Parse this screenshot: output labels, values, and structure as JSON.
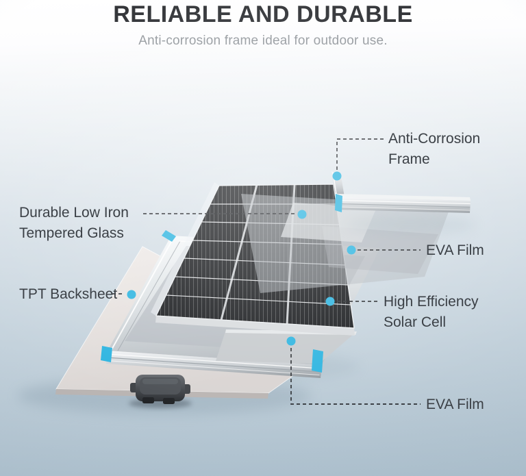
{
  "header": {
    "title": "RELIABLE AND DURABLE",
    "subtitle": "Anti-corrosion frame ideal for outdoor use."
  },
  "callouts": {
    "anti_corrosion": {
      "line1": "Anti-Corrosion",
      "line2": "Frame"
    },
    "tempered_glass": {
      "line1": "Durable Low Iron",
      "line2": "Tempered Glass"
    },
    "eva_film_top": {
      "label": "EVA Film"
    },
    "tpt_backsheet": {
      "label": "TPT Backsheet"
    },
    "solar_cell": {
      "line1": "High Efficiency",
      "line2": "Solar Cell"
    },
    "eva_film_bottom": {
      "label": "EVA Film"
    }
  },
  "colors": {
    "accent_cyan": "#2cb4e0",
    "title_text": "#27292d",
    "subtitle_text": "#8f9499",
    "label_text": "#3b4046",
    "panel_dark": "#17191c",
    "background_bottom": "#aec1ce"
  }
}
